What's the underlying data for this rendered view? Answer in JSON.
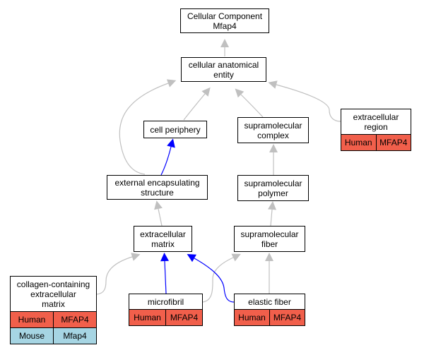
{
  "colors": {
    "edge_gray": "#c0c0c0",
    "edge_blue": "#0000ff",
    "human_row": "#f15f4b",
    "mouse_row": "#a6d5e3"
  },
  "nodes": {
    "root": {
      "line1": "Cellular Component",
      "line2": "Mfap4"
    },
    "cellular_anatomical_entity": {
      "line1": "cellular anatomical",
      "line2": "entity"
    },
    "cell_periphery": {
      "line1": "cell periphery"
    },
    "supramolecular_complex": {
      "line1": "supramolecular",
      "line2": "complex"
    },
    "extracellular_region": {
      "line1": "extracellular",
      "line2": "region",
      "rows": [
        [
          "Human",
          "MFAP4"
        ]
      ]
    },
    "external_encapsulating_structure": {
      "line1": "external encapsulating",
      "line2": "structure"
    },
    "supramolecular_polymer": {
      "line1": "supramolecular",
      "line2": "polymer"
    },
    "extracellular_matrix": {
      "line1": "extracellular",
      "line2": "matrix"
    },
    "supramolecular_fiber": {
      "line1": "supramolecular",
      "line2": "fiber"
    },
    "collagen_containing_ecm": {
      "line1": "collagen-containing",
      "line2": "extracellular",
      "line3": "matrix",
      "rows": [
        [
          "Human",
          "MFAP4"
        ],
        [
          "Mouse",
          "Mfap4"
        ]
      ]
    },
    "microfibril": {
      "line1": "microfibril",
      "rows": [
        [
          "Human",
          "MFAP4"
        ]
      ]
    },
    "elastic_fiber": {
      "line1": "elastic fiber",
      "rows": [
        [
          "Human",
          "MFAP4"
        ]
      ]
    }
  }
}
